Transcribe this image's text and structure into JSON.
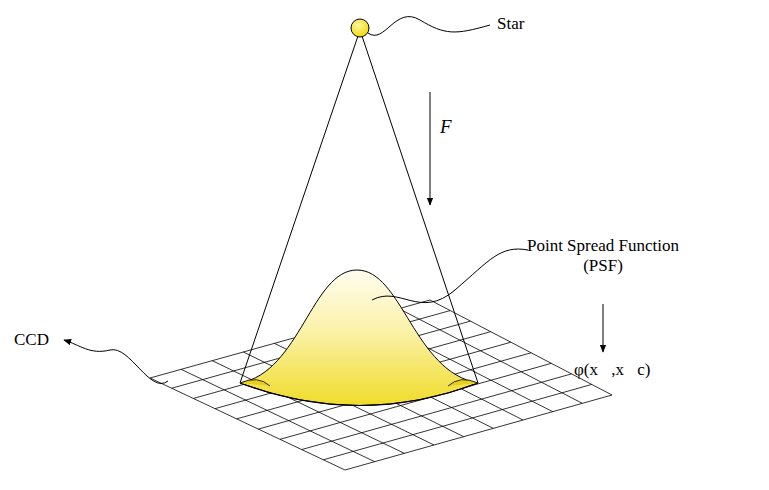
{
  "diagram": {
    "labels": [
      "Star",
      "F",
      "Point Spread Function (PSF)",
      "CCD",
      "φ(x⃗,x⃗c)"
    ]
  }
}
